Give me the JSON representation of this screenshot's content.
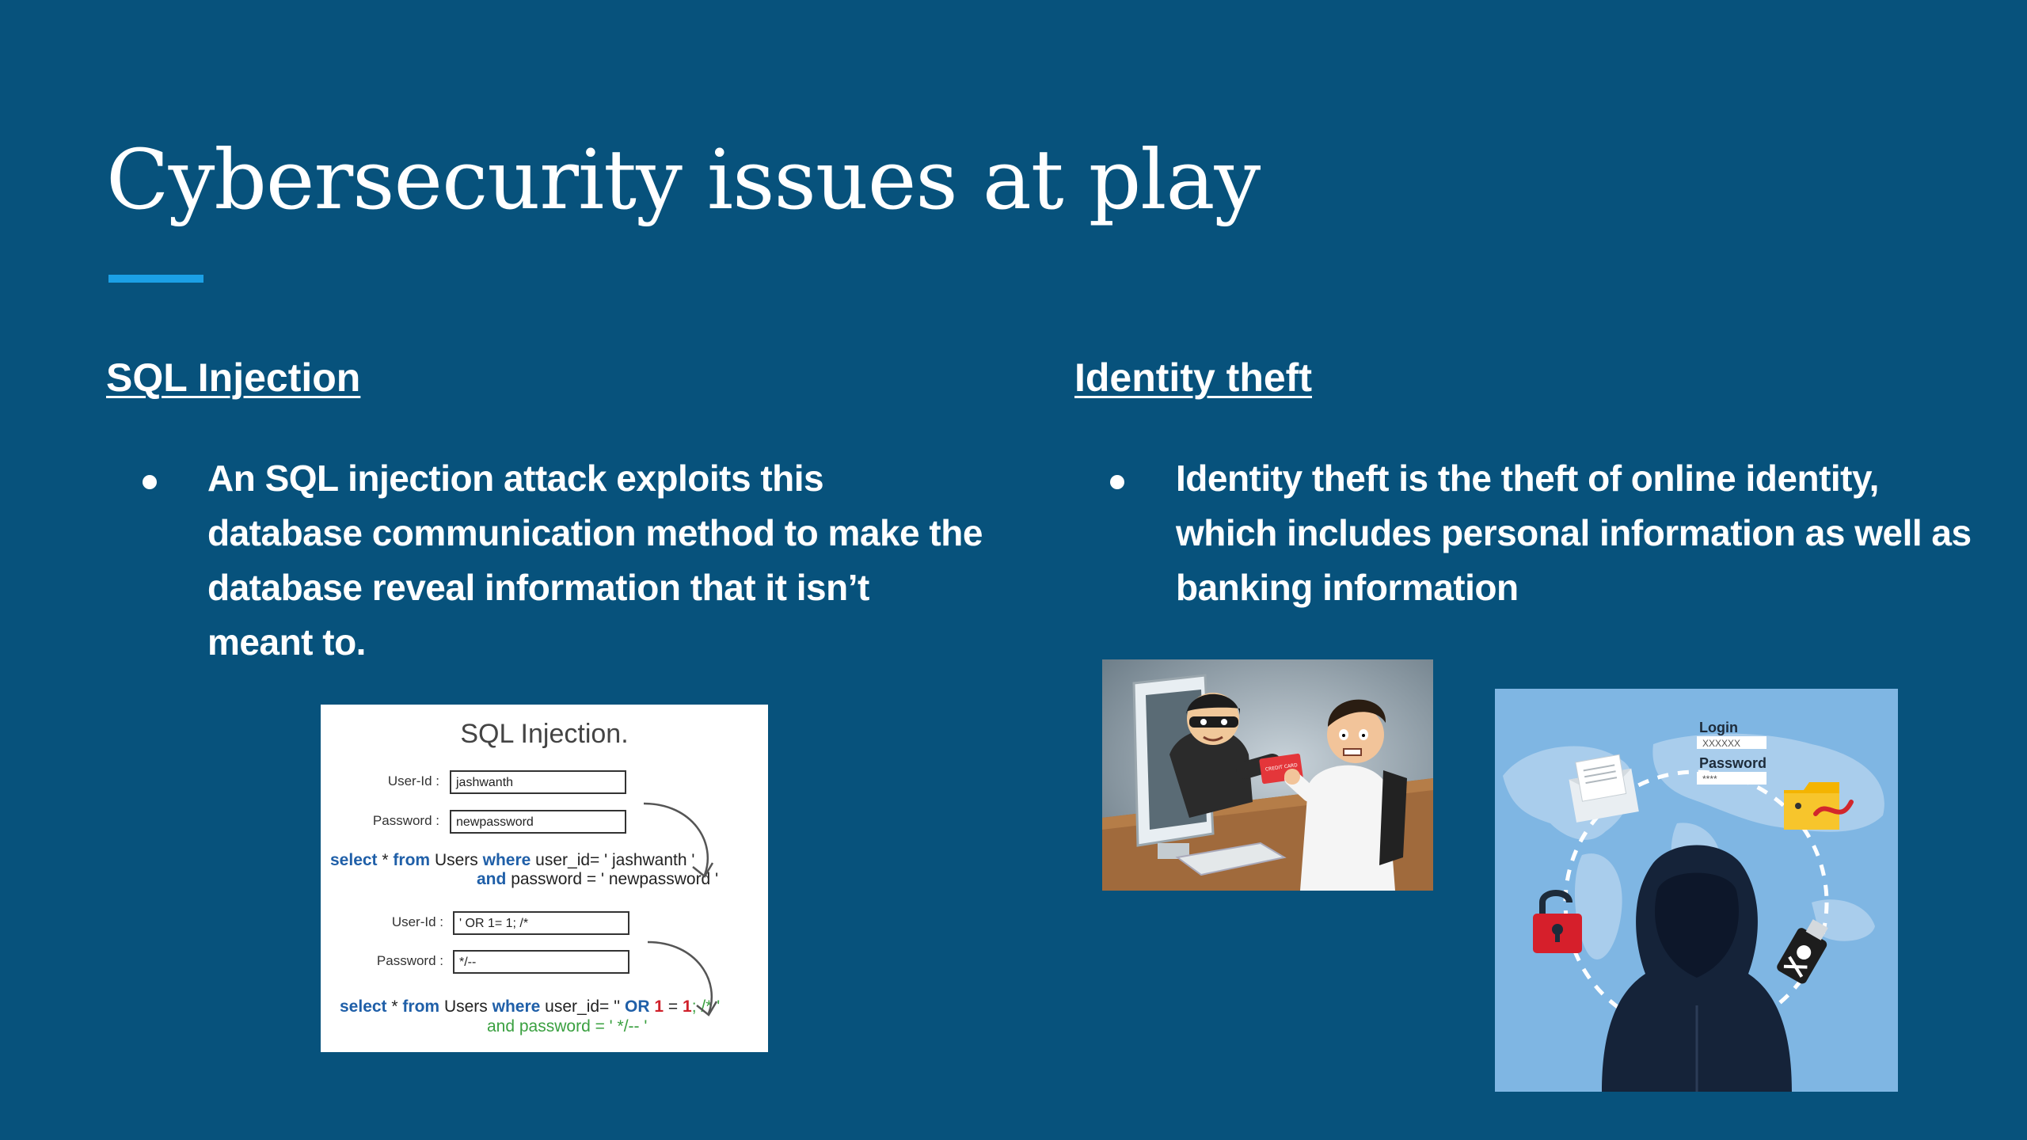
{
  "slide": {
    "title": "Cybersecurity issues at play",
    "accent_color": "#1ba0e6",
    "background_color": "#07527c"
  },
  "left_column": {
    "heading": "SQL Injection",
    "bullet": "An SQL injection attack exploits this database communication method to make the database reveal information that it isn’t meant to."
  },
  "right_column": {
    "heading": "Identity theft",
    "bullet": "Identity theft is the theft of online identity, which includes personal information as well as banking information"
  },
  "sql_figure": {
    "title": "SQL Injection.",
    "example1": {
      "userid_label": "User-Id :",
      "userid_value": "jashwanth",
      "password_label": "Password :",
      "password_value": "newpassword",
      "query_line1_select": "select",
      "query_line1_star": "*",
      "query_line1_from": "from",
      "query_line1_table": "Users",
      "query_line1_where": "where",
      "query_line1_rest": "user_id= ' jashwanth '",
      "query_line2_and": "and",
      "query_line2_rest": "password = ' newpassword '"
    },
    "example2": {
      "userid_label": "User-Id :",
      "userid_value": "' OR 1= 1; /*",
      "password_label": "Password :",
      "password_value": "*/--",
      "query_line1_select": "select",
      "query_line1_star": "*",
      "query_line1_from": "from",
      "query_line1_table": "Users",
      "query_line1_where": "where",
      "query_line1_mid": "user_id= ''",
      "query_line1_or": "OR",
      "query_line1_one": "1",
      "query_line1_eq": "=",
      "query_line1_one2": "1",
      "query_line1_comment": "; /* '",
      "query_line2": "and password = ' */-- '"
    }
  },
  "thief_image": {
    "card_text": "CREDIT CARD"
  },
  "hacker_image": {
    "login_label": "Login",
    "login_value": "XXXXXX",
    "password_label": "Password",
    "password_value": "****"
  }
}
